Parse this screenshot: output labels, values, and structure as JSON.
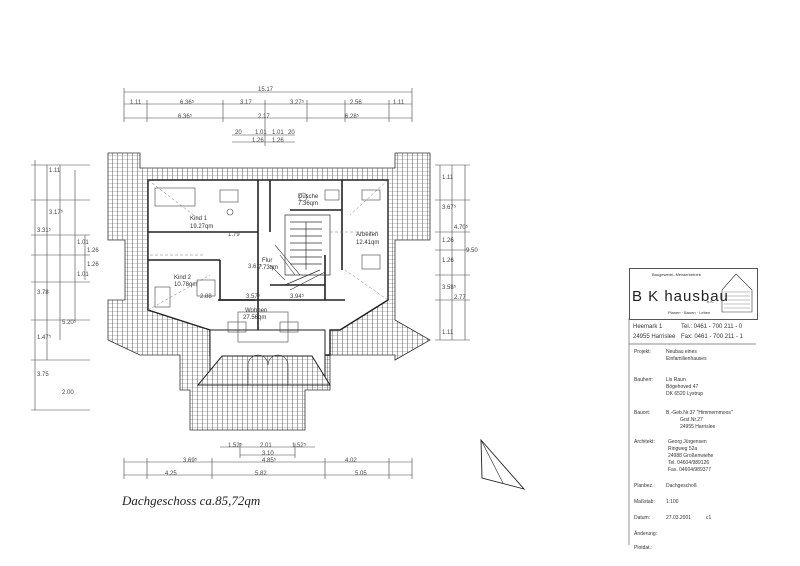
{
  "drawing": {
    "title": "Dachgeschoss ca.85,72qm",
    "total_width_dim": "15.17",
    "rooms": [
      {
        "name": "Kind 1",
        "area": "19.27qm"
      },
      {
        "name": "Kind 2",
        "area": "10.78qm"
      },
      {
        "name": "Dusche",
        "area": "7.36qm"
      },
      {
        "name": "Arbeiten",
        "area": "12.41qm"
      },
      {
        "name": "Flur",
        "area": "7.73qm"
      },
      {
        "name": "Wohnen",
        "area": "27.56qm"
      }
    ],
    "top_dims_row1": [
      "1.11",
      "6.36⁵",
      "3.17",
      "3.27⁵",
      "2.56",
      "1.11"
    ],
    "top_dims_row2": [
      "6.36⁵",
      "2.17",
      "6.28⁵"
    ],
    "top_dims_row3": [
      "20",
      "1.01",
      "1.01",
      "20"
    ],
    "top_dims_row4": [
      "1.26",
      "1.26"
    ],
    "bottom_dims_row1": [
      "1.52⁵",
      "2.01",
      "1.52⁵"
    ],
    "bottom_dims_row2": [
      "3.10"
    ],
    "bottom_dims_row3": [
      "3.69⁵",
      "4.85⁵",
      "4.02"
    ],
    "bottom_dims_row4": [
      "4.25",
      "5.82",
      "5.05"
    ],
    "left_dims": [
      "1.11",
      "3.17⁵",
      "3.31⁵",
      "1.01",
      "1.26",
      "1.26",
      "1.01",
      "3.78",
      "5.20⁵",
      "1.47⁵",
      "3.75",
      "2.00"
    ],
    "right_dims": [
      "1.11",
      "3.67⁵",
      "4.70⁵",
      "1.26",
      "1.26",
      "3.58⁵",
      "2.77",
      "9.50",
      "1.11"
    ],
    "inner_dims": [
      "1.79",
      "3.61⁵",
      "3.57⁵",
      "3.94⁵",
      "2.88"
    ]
  },
  "title_block": {
    "logo_tagline": "Baugewerbl.-Meisterbetrieb",
    "logo_brand": "B K hausbau",
    "logo_suffix": "e.K.",
    "logo_sub": "Planen · Bauen · Leben",
    "addr_street": "Heemark 1",
    "addr_city": "24955 Harrislee",
    "tel": "Tel.: 0461 - 700 211 - 0",
    "fax": "Fax: 0461 - 700 211 - 1",
    "projekt_label": "Projekt:",
    "projekt_line1": "Neubau eines",
    "projekt_line2": "Einfamilienhauses",
    "bauherr_label": "Bauherr:",
    "bauherr_line1": "Lis Raun",
    "bauherr_line2": "Bögehoved 47",
    "bauherr_line3": "DK 6520 Lystrup",
    "bauort_label": "Bauort:",
    "bauort_line1": "B.-Geb.Nr.37 \"Himmernmoos\"",
    "bauort_line2": "Grst.Nr.27",
    "bauort_line3": "24955 Harrislee",
    "architekt_label": "Architekt:",
    "architekt_line1": "Georg Jürgensen",
    "architekt_line2": "Ringweg 52a",
    "architekt_line3": "24988 Großenwiehe",
    "architekt_line4": "Tel. 04604/989126",
    "architekt_line5": "Fax. 04604/989377",
    "planbez_label": "Planbez.:",
    "planbez_value": "Dachgeschoß",
    "massstab_label": "Maßstab:",
    "massstab_value": "1:100",
    "datum_label": "Datum:",
    "datum_value": "27.03.2001",
    "datum_suffix": "c1",
    "aenderung_label": "Änderung:",
    "plotdat_label": "Plotdat.:"
  }
}
